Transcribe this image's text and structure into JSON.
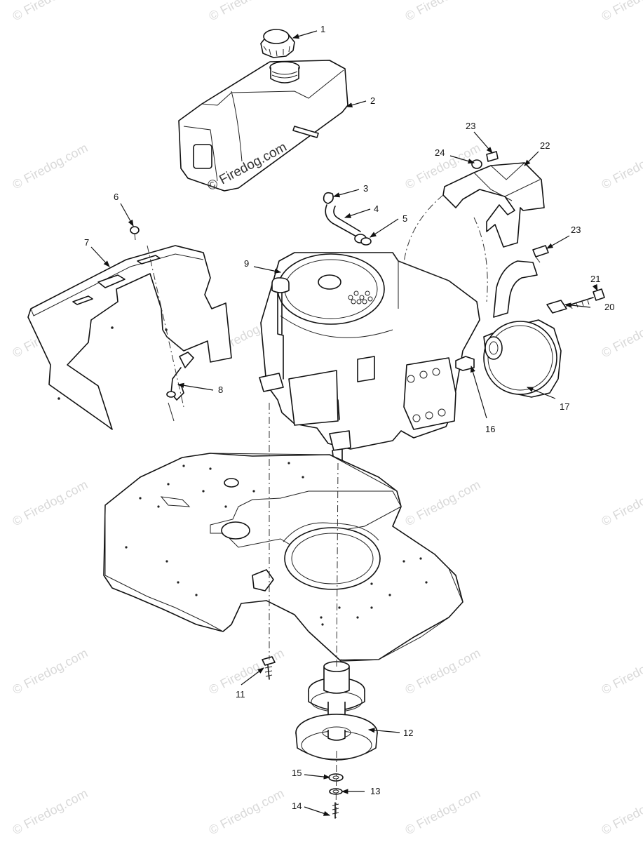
{
  "watermark": {
    "text": "© Firedog.com",
    "positions_note": "tiled"
  },
  "callouts": [
    "1",
    "2",
    "3",
    "4",
    "5",
    "6",
    "7",
    "8",
    "9",
    "11",
    "12",
    "13",
    "14",
    "15",
    "16",
    "17",
    "20",
    "21",
    "22",
    "23",
    "23",
    "24"
  ],
  "colors": {
    "line": "#111111",
    "watermark": "#d9d9d9",
    "background": "#ffffff"
  }
}
